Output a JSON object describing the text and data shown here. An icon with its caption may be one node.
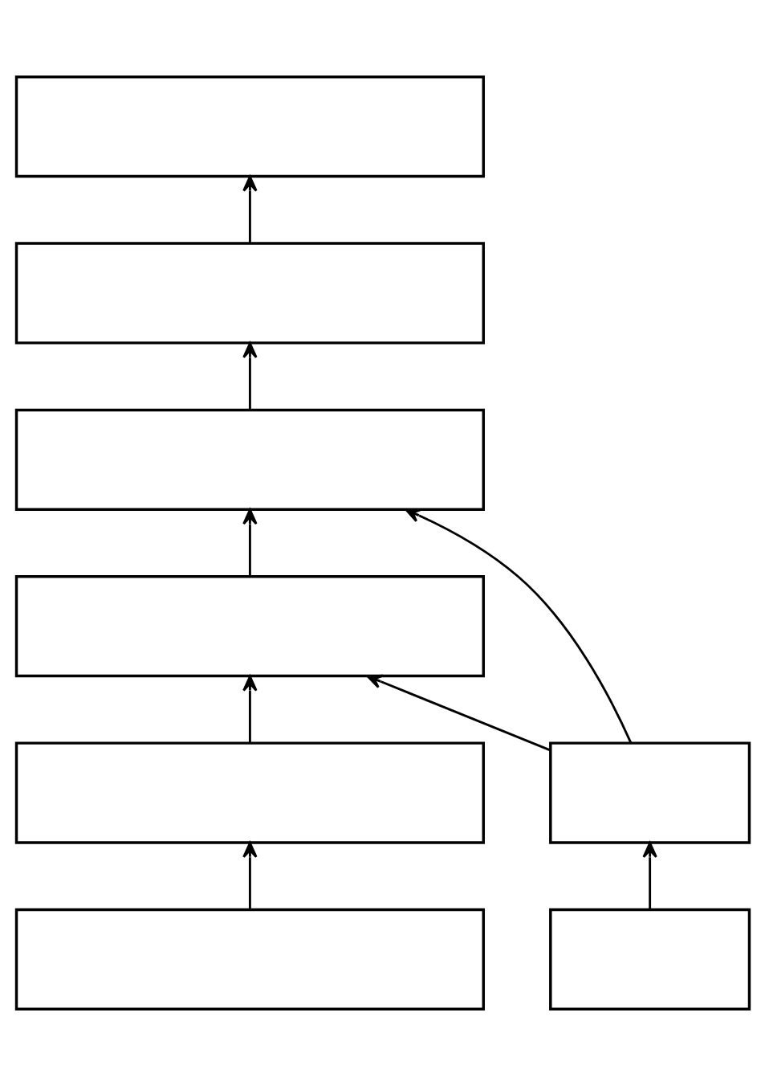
{
  "diagram": {
    "nodes": [
      {
        "text": [],
        "shape": "box"
      },
      {
        "text": [],
        "shape": "box"
      },
      {
        "text": [],
        "shape": "box"
      },
      {
        "text": [],
        "shape": "box"
      },
      {
        "text": [],
        "shape": "box"
      },
      {
        "text": [],
        "shape": "box"
      },
      {
        "text": [],
        "shape": "box"
      },
      {
        "text": [],
        "shape": "box"
      }
    ],
    "edges": [
      {
        "from": 1,
        "to": 0,
        "arrow": "to"
      },
      {
        "from": 2,
        "to": 1,
        "arrow": "to"
      },
      {
        "from": 3,
        "to": 2,
        "arrow": "to"
      },
      {
        "from": 5,
        "to": 2,
        "arrow": "to"
      },
      {
        "from": 4,
        "to": 3,
        "arrow": "to"
      },
      {
        "from": 5,
        "to": 3,
        "arrow": "to"
      },
      {
        "from": 6,
        "to": 4,
        "arrow": "to"
      },
      {
        "from": 7,
        "to": 5,
        "arrow": "to"
      }
    ]
  }
}
